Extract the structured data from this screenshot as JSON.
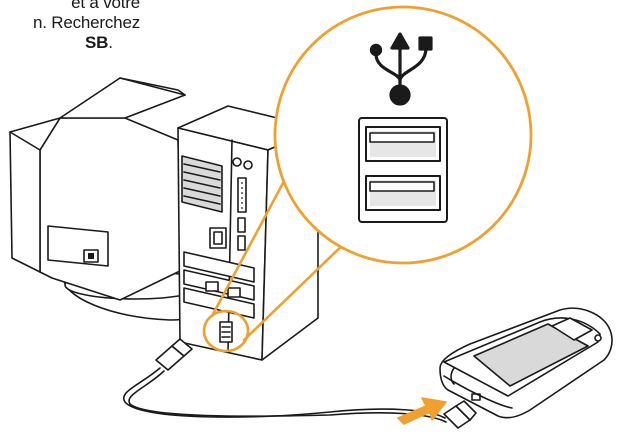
{
  "instruction": {
    "line1": "et à votre",
    "line2": "n. Recherchez",
    "line3_bold": "SB",
    "line3_rest": "."
  },
  "colors": {
    "accent": "#f0a030",
    "outline": "#1a1a1a",
    "fill": "#ffffff",
    "port_fill": "#e6e6e6",
    "shadow": "#d9d9d9"
  },
  "icons": {
    "usb_symbol": "usb-trident-icon",
    "arrow": "insert-arrow-icon"
  }
}
